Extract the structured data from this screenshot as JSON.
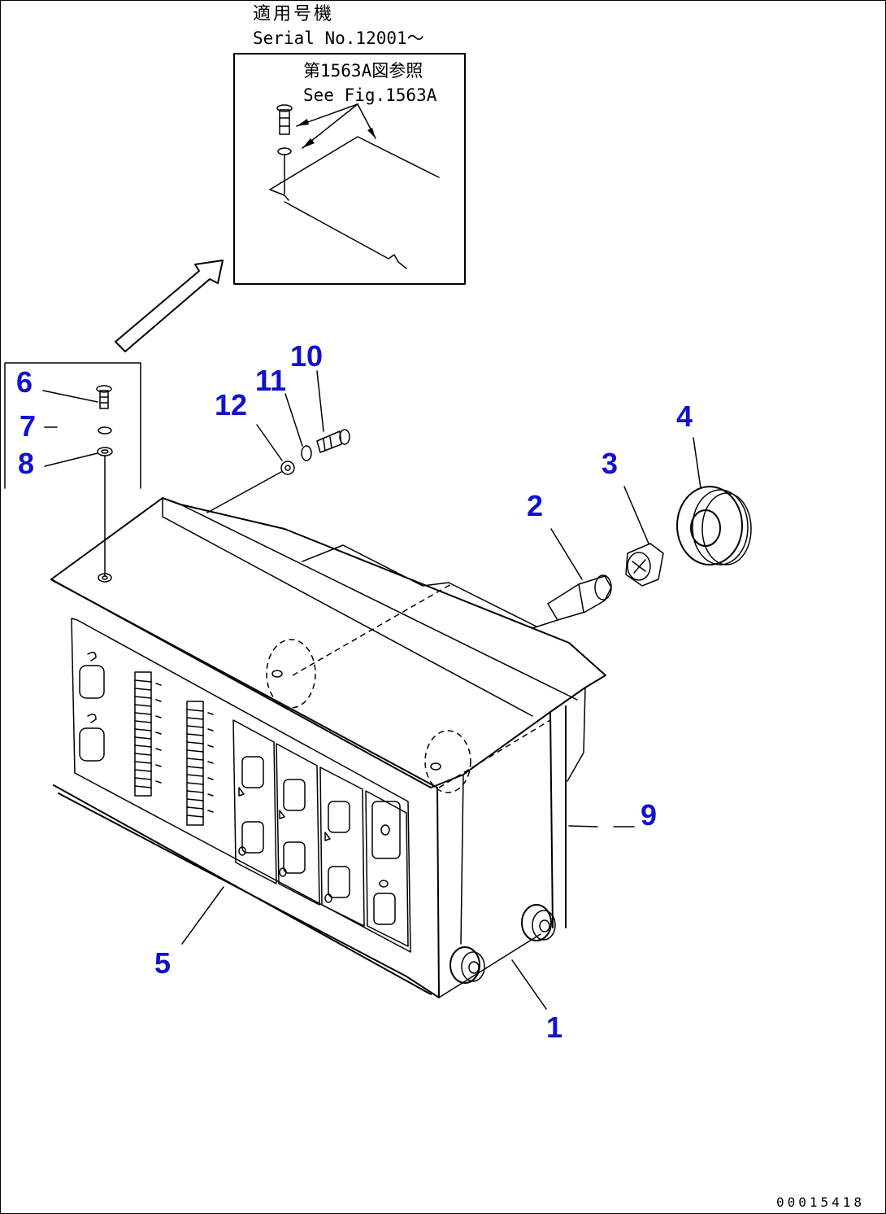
{
  "header": {
    "applicable_jp": "適用号機",
    "serial": "Serial No.12001〜"
  },
  "inset": {
    "ref_jp": "第1563A図参照",
    "ref_en": "See Fig.1563A"
  },
  "callouts": [
    {
      "id": "1",
      "label": "1"
    },
    {
      "id": "2",
      "label": "2"
    },
    {
      "id": "3",
      "label": "3"
    },
    {
      "id": "4",
      "label": "4"
    },
    {
      "id": "5",
      "label": "5"
    },
    {
      "id": "6",
      "label": "6"
    },
    {
      "id": "7",
      "label": "7"
    },
    {
      "id": "8",
      "label": "8"
    },
    {
      "id": "9",
      "label": "9"
    },
    {
      "id": "10",
      "label": "10"
    },
    {
      "id": "11",
      "label": "11"
    },
    {
      "id": "12",
      "label": "12"
    }
  ],
  "footer": {
    "drawing_code": "00015418"
  },
  "colors": {
    "callout": "#1010d0",
    "ink": "#000000",
    "background": "#ffffff"
  }
}
